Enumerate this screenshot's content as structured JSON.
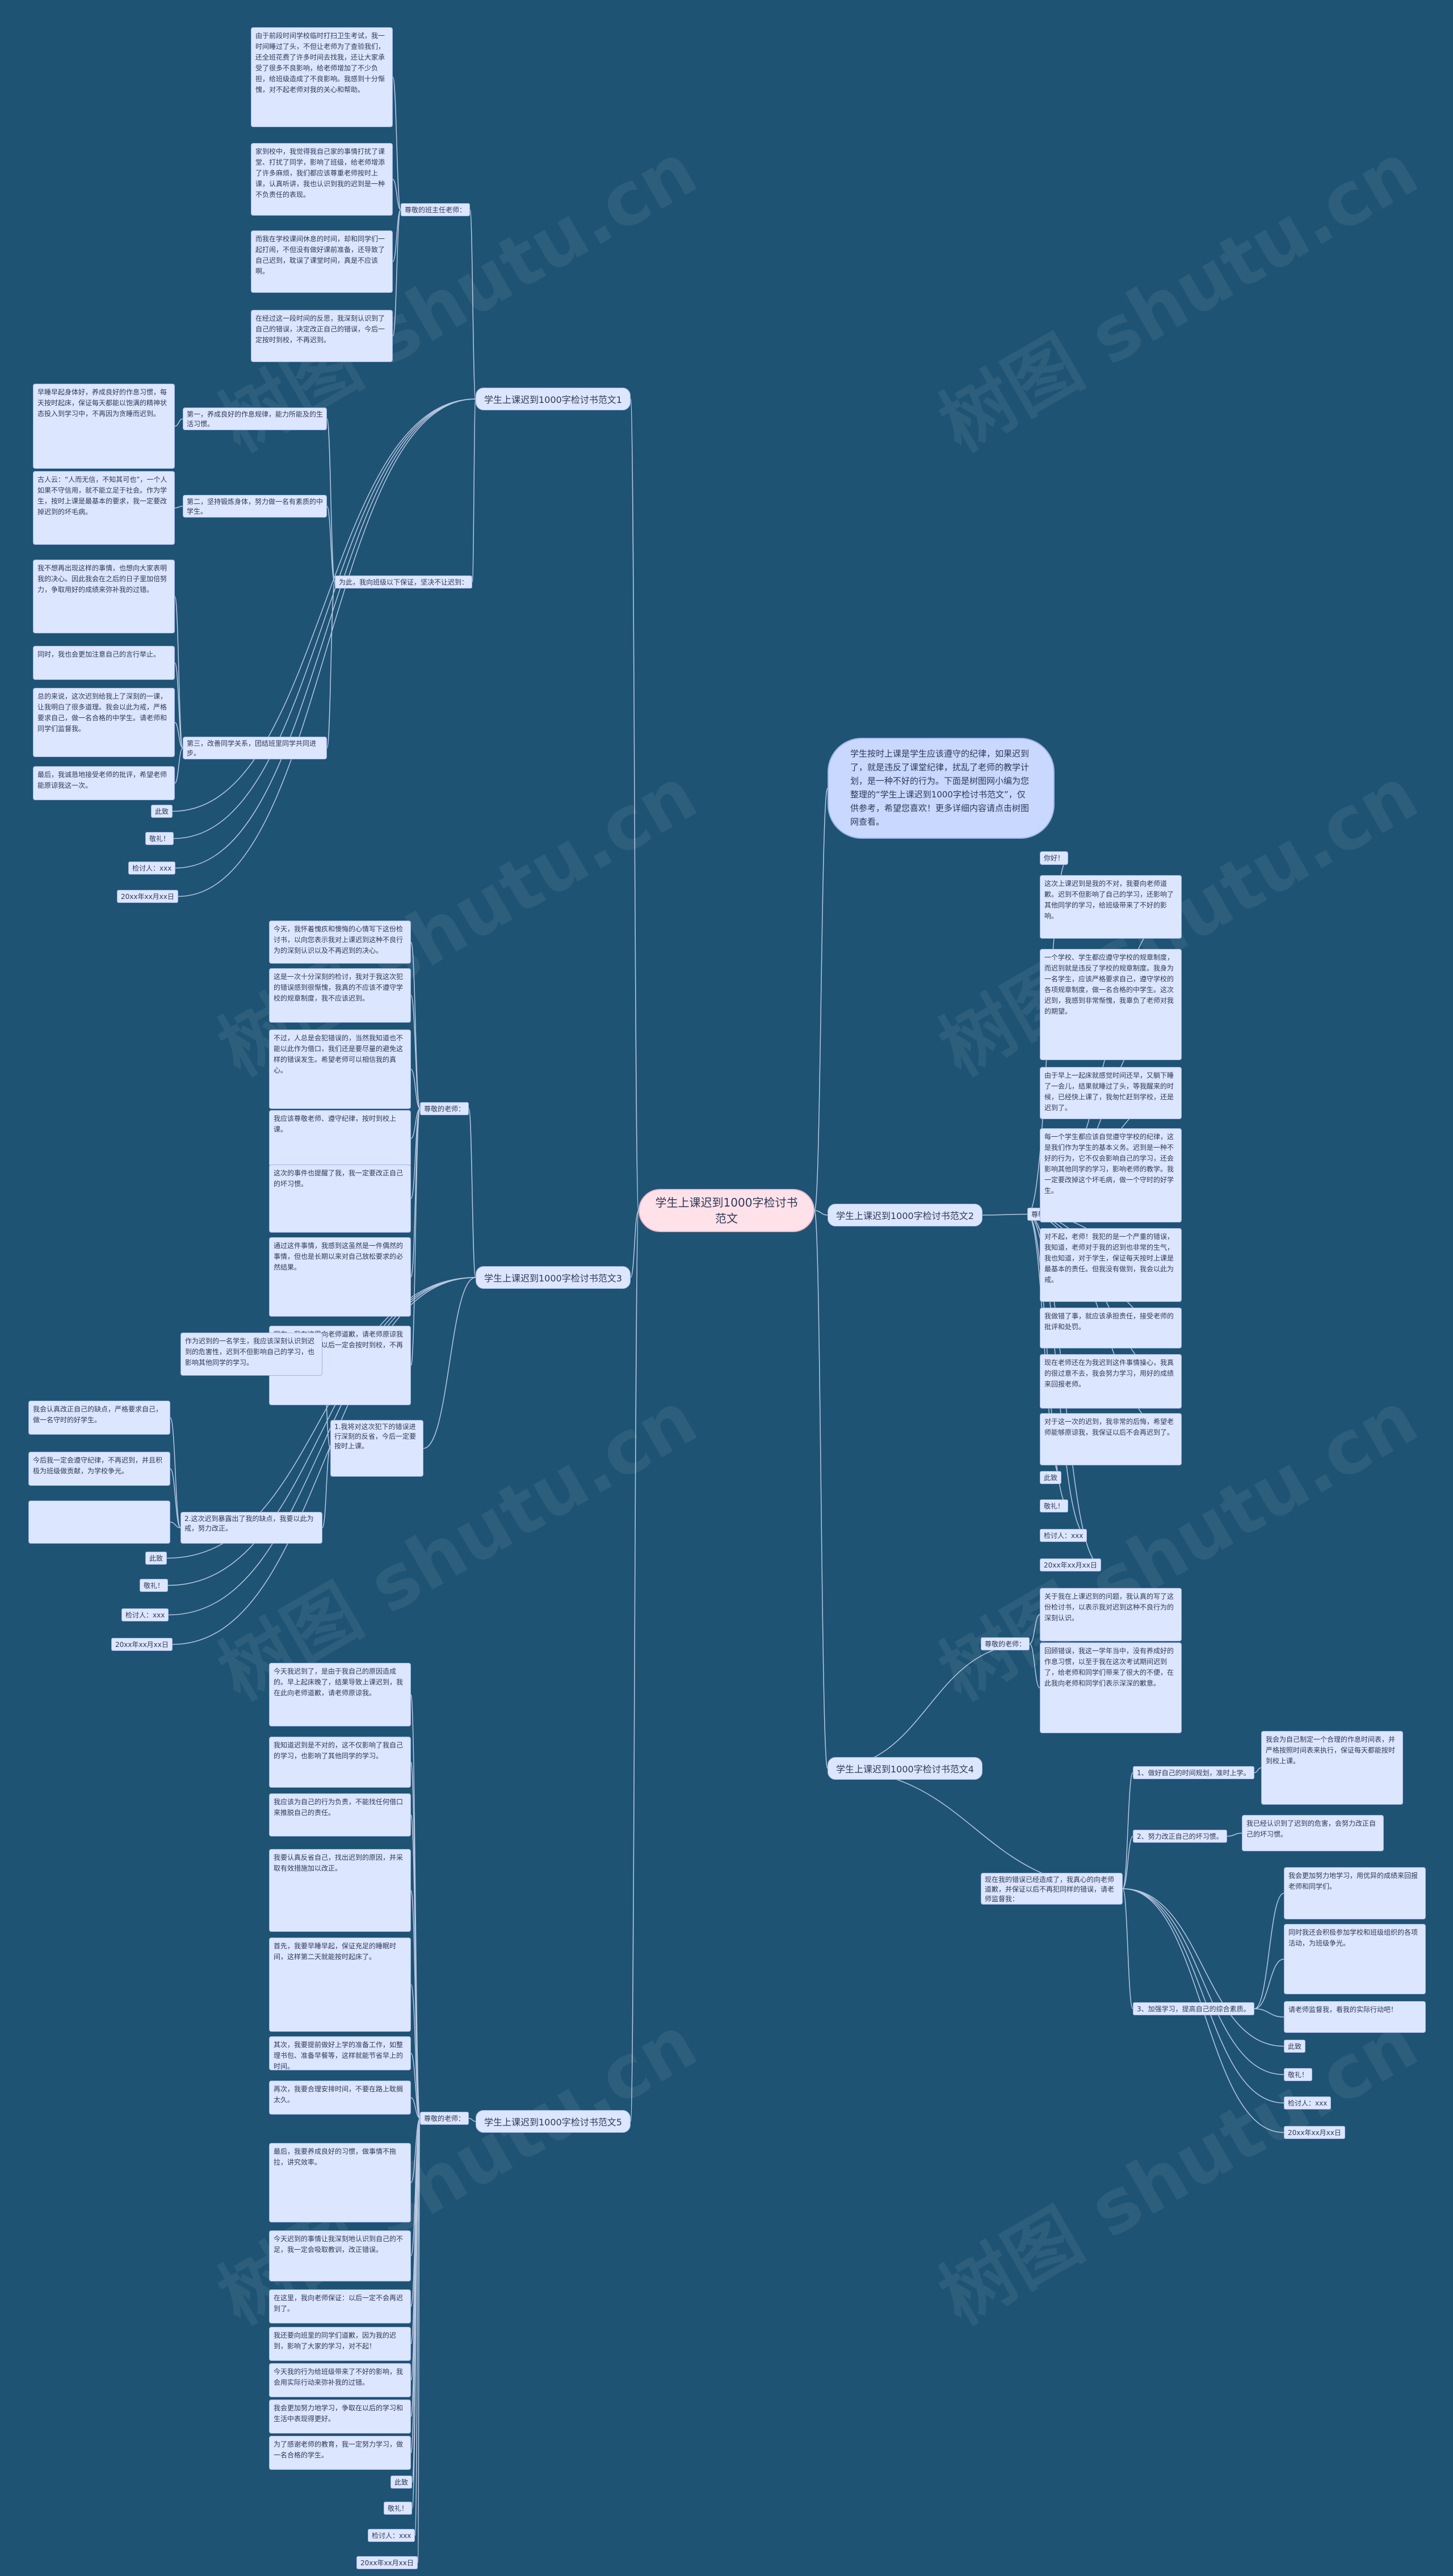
{
  "root": {
    "title": "学生上课迟到1000字检讨书范文"
  },
  "intro": "学生按时上课是学生应该遵守的纪律，如果迟到了，就是违反了课堂纪律，扰乱了老师的教学计划，是一种不好的行为。下面是树图网小编为您整理的“学生上课迟到1000字检讨书范文”，仅供参考，希望您喜欢！更多详细内容请点击树图网查看。",
  "branches": {
    "b1": {
      "title": "学生上课迟到1000字检讨书范文1",
      "sub1": {
        "label": "尊敬的班主任老师：",
        "paras": [
          "由于前段时间学校临时打扫卫生考试，我一时间睡过了头，不但让老师为了查验我们，还全班花费了许多时间去找我，还让大家承受了很多不良影响，给老师增加了不少负担，给班级造成了不良影响。我感到十分惭愧，对不起老师对我的关心和帮助。",
          "家到校中，我觉得我自己家的事情打扰了课堂、打扰了同学，影响了班级，给老师增添了许多麻烦，我们都应该尊重老师按时上课，认真听讲，我也认识到我的迟到是一种不负责任的表现。",
          "而我在学校课间休息的时间，却和同学们一起打闹，不但没有做好课前准备，还导致了自己迟到，耽误了课堂时间，真是不应该啊。",
          "在经过这一段时间的反思，我深刻认识到了自己的错误，决定改正自己的错误，今后一定按时到校，不再迟到。"
        ]
      },
      "sub2": {
        "label": "为此，我向班级以下保证，坚决不让迟到：",
        "items": [
          {
            "label": "第一，养成良好的作息规律，能力所能及的生活习惯。",
            "paras": [
              "早睡早起身体好，养成良好的作息习惯，每天按时起床，保证每天都能以饱满的精神状态投入到学习中，不再因为贪睡而迟到。"
            ]
          },
          {
            "label": "第二，坚持锻炼身体，努力做一名有素质的中学生。",
            "paras": [
              "古人云：“人而无信，不知其可也”，一个人如果不守信用，就不能立足于社会。作为学生，按时上课是最基本的要求，我一定要改掉迟到的坏毛病。"
            ]
          },
          {
            "label": "第三，改善同学关系，团结班里同学共同进步。",
            "paras": [
              "我不想再出现这样的事情，也想向大家表明我的决心。因此我会在之后的日子里加倍努力，争取用好的成绩来弥补我的过错。",
              "同时，我也会更加注意自己的言行举止。",
              "总的来说，这次迟到给我上了深刻的一课，让我明白了很多道理。我会以此为戒，严格要求自己，做一名合格的中学生。请老师和同学们监督我。",
              "最后，我诚恳地接受老师的批评，希望老师能原谅我这一次。"
            ]
          }
        ]
      },
      "closing": [
        "此致",
        "敬礼！",
        "检讨人：xxx",
        "20xx年xx月xx日"
      ]
    },
    "b2": {
      "title": "学生上课迟到1000字检讨书范文2",
      "sub1": {
        "label": "尊敬的老师：",
        "paras": [
          "你好！",
          "这次上课迟到是我的不对，我要向老师道歉。迟到不但影响了自己的学习，还影响了其他同学的学习，给班级带来了不好的影响。",
          "一个学校、学生都应遵守学校的规章制度，而迟到就是违反了学校的规章制度。我身为一名学生，应该严格要求自己，遵守学校的各项规章制度，做一名合格的中学生。这次迟到，我感到非常惭愧，我辜负了老师对我的期望。",
          "由于早上一起床就感觉时间还早，又躺下睡了一会儿，结果就睡过了头，等我醒来的时候，已经快上课了，我匆忙赶到学校，还是迟到了。",
          "每一个学生都应该自觉遵守学校的纪律，这是我们作为学生的基本义务。迟到是一种不好的行为，它不仅会影响自己的学习，还会影响其他同学的学习，影响老师的教学。我一定要改掉这个坏毛病，做一个守时的好学生。",
          "对不起，老师！我犯的是一个严重的错误，我知道，老师对于我的迟到也非常的生气，我也知道，对于学生，保证每天按时上课是最基本的责任。但我没有做到，我会以此为戒。",
          "我做错了事，就应该承担责任，接受老师的批评和处罚。",
          "现在老师还在为我迟到这件事情操心，我真的很过意不去，我会努力学习，用好的成绩来回报老师。",
          "对于这一次的迟到，我非常的后悔，希望老师能够原谅我，我保证以后不会再迟到了。"
        ]
      },
      "closing": [
        "此致",
        "敬礼！",
        "检讨人：xxx",
        "20xx年xx月xx日"
      ]
    },
    "b3": {
      "title": "学生上课迟到1000字检讨书范文3",
      "sub1": {
        "label": "尊敬的老师：",
        "paras": [
          "今天，我怀着愧疚和懊悔的心情写下这份检讨书，以向您表示我对上课迟到这种不良行为的深刻认识以及不再迟到的决心。",
          "这是一次十分深刻的检讨，我对于我这次犯的错误感到很惭愧，我真的不应该不遵守学校的规章制度，我不应该迟到。",
          "不过，人总是会犯错误的，当然我知道也不能以此作为借口，我们还是要尽量的避免这样的错误发生。希望老师可以相信我的真心。",
          "我应该尊敬老师、遵守纪律，按时到校上课。",
          "这次的事件也提醒了我，我一定要改正自己的坏习惯。",
          "通过这件事情，我感到这虽然是一件偶然的事情，但也是长期以来对自己放松要求的必然结果。",
          "现在，我在这里向老师道歉，请老师原谅我这一次，我保证以后一定会按时到校，不再迟到。"
        ]
      },
      "sub2": {
        "items": [
          {
            "label": "1.我将对这次犯下的错误进行深刻的反省，今后一定要按时上课。",
            "paras": [
              "作为迟到的一名学生，我应该深刻认识到迟到的危害性，迟到不但影响自己的学习，也影响其他同学的学习。",
              "我会认真改正自己的缺点，严格要求自己，做一名守时的好学生。",
              "今后我一定会遵守纪律，不再迟到，并且积极为班级做贡献，为学校争光。"
            ]
          },
          {
            "label": "2.这次迟到暴露出了我的缺点，我要以此为戒，努力改正。",
            "paras": []
          }
        ]
      },
      "closing": [
        "此致",
        "敬礼！",
        "检讨人：xxx",
        "20xx年xx月xx日"
      ]
    },
    "b4": {
      "title": "学生上课迟到1000字检讨书范文4",
      "sub1": {
        "label": "尊敬的老师：",
        "paras": [
          "关于我在上课迟到的问题，我认真的写了这份检讨书，以表示我对迟到这种不良行为的深刻认识。",
          "回顾错误，我这一学年当中，没有养成好的作息习惯，以至于我在这次考试期间迟到了，给老师和同学们带来了很大的不便，在此我向老师和同学们表示深深的歉意。"
        ]
      },
      "sub2": {
        "label": "现在我的错误已经造成了，我真心的向老师道歉，并保证以后不再犯同样的错误，请老师监督我：",
        "items": [
          {
            "label": "1、做好自己的时间规划，准时上学。",
            "paras": [
              "我会为自己制定一个合理的作息时间表，并严格按照时间表来执行，保证每天都能按时到校上课。"
            ]
          },
          {
            "label": "2、努力改正自己的坏习惯。",
            "paras": [
              "我已经认识到了迟到的危害，会努力改正自己的坏习惯。"
            ]
          },
          {
            "label": "3、加强学习，提高自己的综合素质。",
            "paras": [
              "我会更加努力地学习，用优异的成绩来回报老师和同学们。",
              "同时我还会积极参加学校和班级组织的各项活动，为班级争光。",
              "请老师监督我，看我的实际行动吧！"
            ]
          }
        ]
      },
      "closing": [
        "此致",
        "敬礼！",
        "检讨人：xxx",
        "20xx年xx月xx日"
      ]
    },
    "b5": {
      "title": "学生上课迟到1000字检讨书范文5",
      "sub1": {
        "label": "尊敬的老师：",
        "paras": [
          "今天我迟到了，是由于我自己的原因造成的。早上起床晚了，结果导致上课迟到，我在此向老师道歉，请老师原谅我。",
          "我知道迟到是不对的，这不仅影响了我自己的学习，也影响了其他同学的学习。",
          "我应该为自己的行为负责，不能找任何借口来推脱自己的责任。",
          "我要认真反省自己，找出迟到的原因，并采取有效措施加以改正。",
          "首先，我要早睡早起，保证充足的睡眠时间，这样第二天就能按时起床了。",
          "其次，我要提前做好上学的准备工作，如整理书包、准备早餐等，这样就能节省早上的时间。",
          "再次，我要合理安排时间，不要在路上耽搁太久。",
          "最后，我要养成良好的习惯，做事情不拖拉，讲究效率。",
          "今天迟到的事情让我深刻地认识到自己的不足，我一定会吸取教训，改正错误。",
          "在这里，我向老师保证：以后一定不会再迟到了。",
          "我还要向班里的同学们道歉，因为我的迟到，影响了大家的学习，对不起！",
          "今天我的行为给班级带来了不好的影响，我会用实际行动来弥补我的过错。",
          "我会更加努力地学习，争取在以后的学习和生活中表现得更好。",
          "为了感谢老师的教育，我一定努力学习，做一名合格的学生。"
        ]
      },
      "closing": [
        "此致",
        "敬礼！",
        "检讨人：xxx",
        "20xx年xx月xx日"
      ]
    }
  },
  "watermark": "树图 shutu.cn"
}
